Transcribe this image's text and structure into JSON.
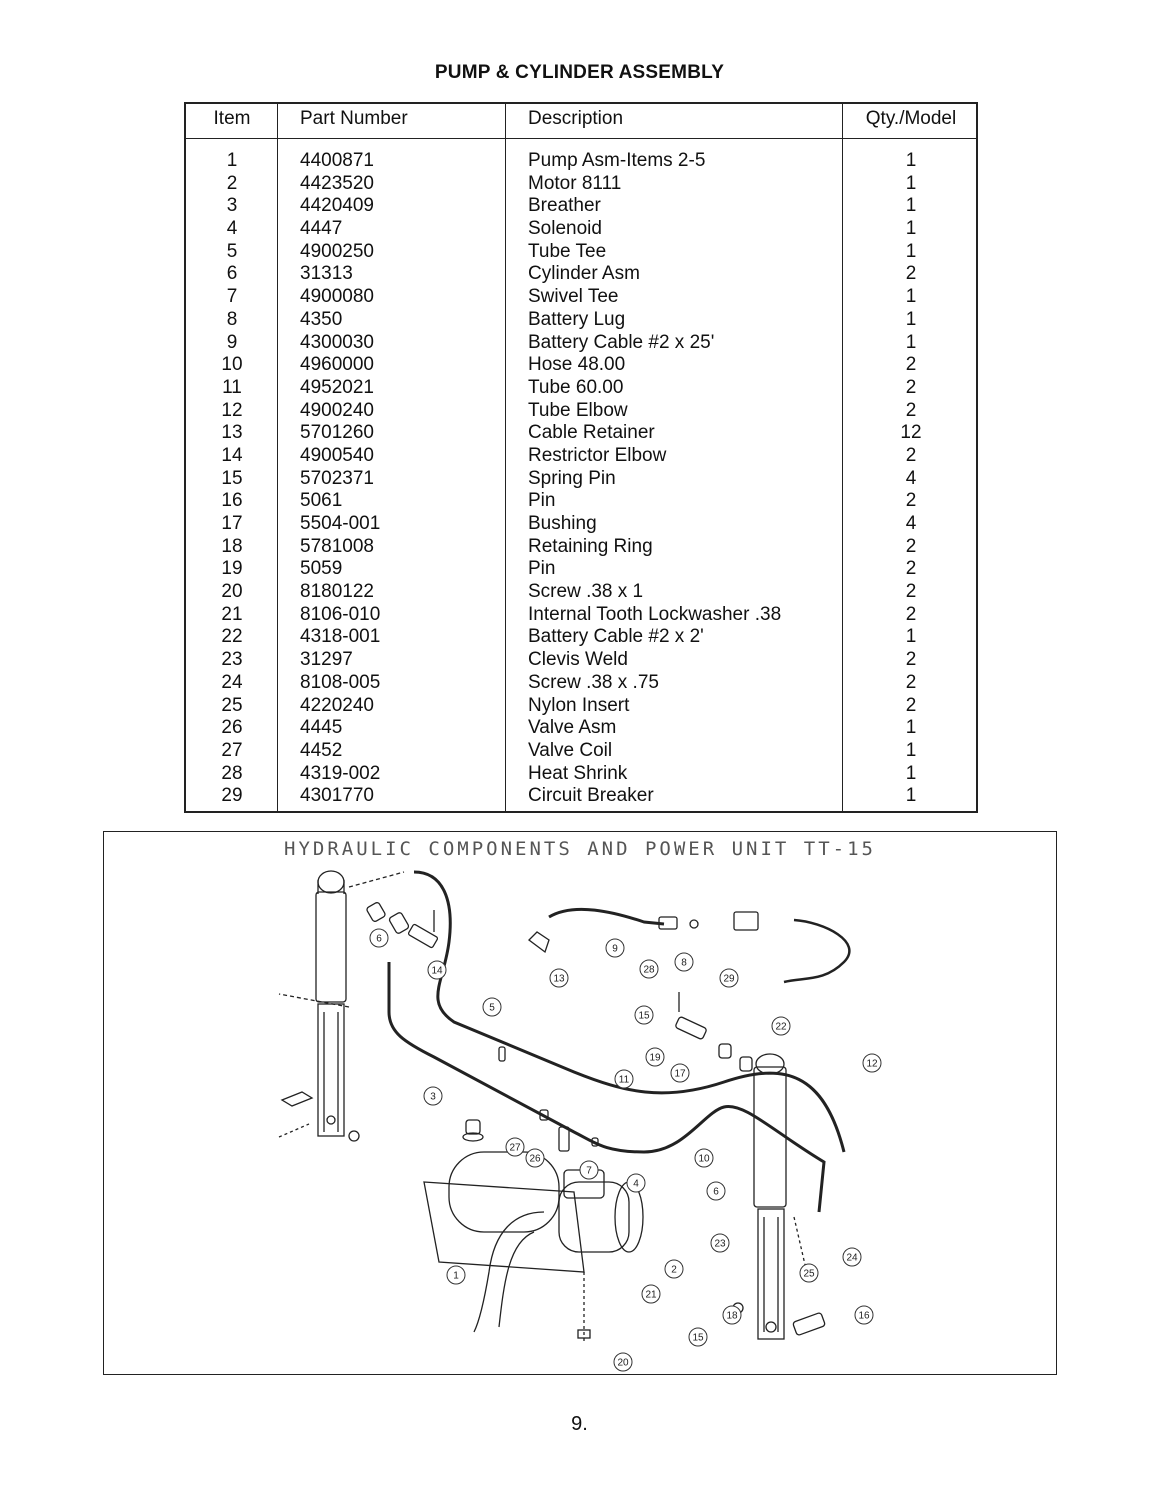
{
  "title": "PUMP & CYLINDER ASSEMBLY",
  "table": {
    "headers": {
      "item": "Item",
      "part": "Part Number",
      "desc": "Description",
      "qty": "Qty./Model"
    },
    "rows": [
      {
        "item": "1",
        "part": "4400871",
        "desc": "Pump Asm-Items 2-5",
        "qty": "1"
      },
      {
        "item": "2",
        "part": "4423520",
        "desc": "Motor 8111",
        "qty": "1"
      },
      {
        "item": "3",
        "part": "4420409",
        "desc": "Breather",
        "qty": "1"
      },
      {
        "item": "4",
        "part": "4447",
        "desc": "Solenoid",
        "qty": "1"
      },
      {
        "item": "5",
        "part": "4900250",
        "desc": "Tube Tee",
        "qty": "1"
      },
      {
        "item": "6",
        "part": "31313",
        "desc": "Cylinder Asm",
        "qty": "2"
      },
      {
        "item": "7",
        "part": "4900080",
        "desc": "Swivel Tee",
        "qty": "1"
      },
      {
        "item": "8",
        "part": "4350",
        "desc": "Battery Lug",
        "qty": "1"
      },
      {
        "item": "9",
        "part": "4300030",
        "desc": "Battery Cable #2 x 25'",
        "qty": "1"
      },
      {
        "item": "10",
        "part": "4960000",
        "desc": "Hose 48.00",
        "qty": "2"
      },
      {
        "item": "11",
        "part": "4952021",
        "desc": "Tube 60.00",
        "qty": "2"
      },
      {
        "item": "12",
        "part": "4900240",
        "desc": "Tube Elbow",
        "qty": "2"
      },
      {
        "item": "13",
        "part": "5701260",
        "desc": "Cable Retainer",
        "qty": "12"
      },
      {
        "item": "14",
        "part": "4900540",
        "desc": "Restrictor Elbow",
        "qty": "2"
      },
      {
        "item": "15",
        "part": "5702371",
        "desc": "Spring Pin",
        "qty": "4"
      },
      {
        "item": "16",
        "part": "5061",
        "desc": "Pin",
        "qty": "2"
      },
      {
        "item": "17",
        "part": "5504-001",
        "desc": "Bushing",
        "qty": "4"
      },
      {
        "item": "18",
        "part": "5781008",
        "desc": "Retaining Ring",
        "qty": "2"
      },
      {
        "item": "19",
        "part": "5059",
        "desc": "Pin",
        "qty": "2"
      },
      {
        "item": "20",
        "part": "8180122",
        "desc": "Screw .38 x 1",
        "qty": "2"
      },
      {
        "item": "21",
        "part": "8106-010",
        "desc": "Internal Tooth Lockwasher .38",
        "qty": "2"
      },
      {
        "item": "22",
        "part": "4318-001",
        "desc": "Battery Cable #2 x 2'",
        "qty": "1"
      },
      {
        "item": "23",
        "part": "31297",
        "desc": "Clevis Weld",
        "qty": "2"
      },
      {
        "item": "24",
        "part": "8108-005",
        "desc": "Screw .38 x .75",
        "qty": "2"
      },
      {
        "item": "25",
        "part": "4220240",
        "desc": "Nylon Insert",
        "qty": "2"
      },
      {
        "item": "26",
        "part": "4445",
        "desc": "Valve Asm",
        "qty": "1"
      },
      {
        "item": "27",
        "part": "4452",
        "desc": "Valve Coil",
        "qty": "1"
      },
      {
        "item": "28",
        "part": "4319-002",
        "desc": "Heat Shrink",
        "qty": "1"
      },
      {
        "item": "29",
        "part": "4301770",
        "desc": "Circuit Breaker",
        "qty": "1"
      }
    ]
  },
  "diagram": {
    "title": "HYDRAULIC COMPONENTS AND POWER UNIT TT-15",
    "callouts": [
      "1",
      "2",
      "3",
      "4",
      "5",
      "6",
      "6",
      "7",
      "8",
      "9",
      "10",
      "11",
      "12",
      "13",
      "14",
      "15",
      "15",
      "16",
      "17",
      "18",
      "19",
      "20",
      "21",
      "22",
      "23",
      "24",
      "25",
      "26",
      "27",
      "28",
      "29"
    ]
  },
  "page_number": "9."
}
